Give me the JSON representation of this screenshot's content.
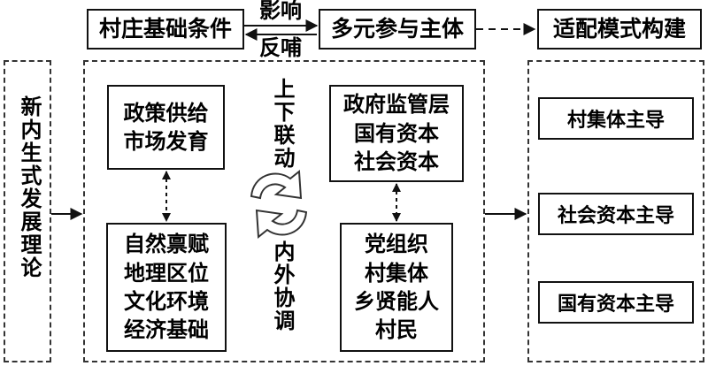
{
  "top": {
    "village_conditions": "村庄基础条件",
    "influence": "影响",
    "feedback": "反哺",
    "multi_actors": "多元参与主体",
    "model_construction": "适配模式构建"
  },
  "left": {
    "theory": "新内生式发展理论"
  },
  "middle": {
    "policy_market": "政策供给\n市场发育",
    "endowments": "自然禀赋\n地理区位\n文化环境\n经济基础",
    "top_down": "上下联动",
    "inner_outer": "内外协调",
    "gov_capital": "政府监管层\n国有资本\n社会资本",
    "party_village": "党组织\n村集体\n乡贤能人\n村民"
  },
  "right": {
    "models": [
      "村集体主导",
      "社会资本主导",
      "国有资本主导"
    ]
  }
}
